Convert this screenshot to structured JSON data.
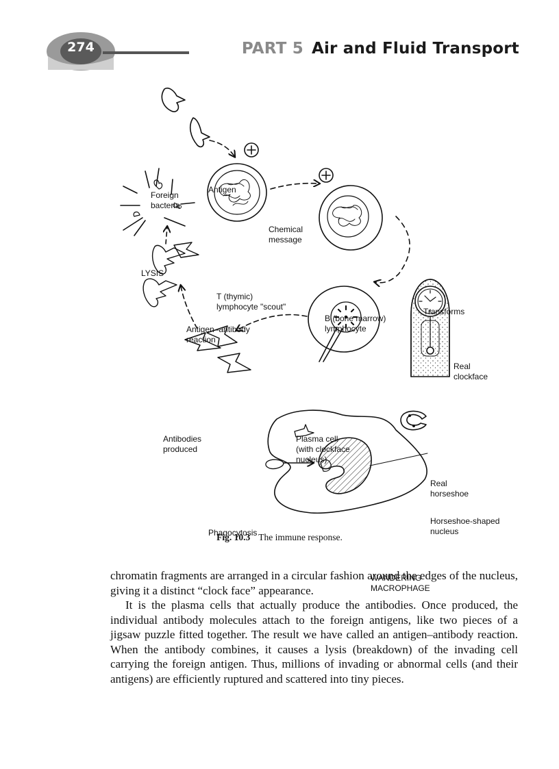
{
  "header": {
    "page_number": "274",
    "part_label": "PART 5",
    "part_title": "Air and Fluid Transport"
  },
  "figure": {
    "labels": {
      "foreign_bacteria": "Foreign\nbacteria",
      "antigen": "Antigen",
      "chemical_message": "Chemical\nmessage",
      "lysis": "LYSIS",
      "t_lymphocyte": "T (thymic)\nlymphocyte \"scout\"",
      "b_lymphocyte": "B (bone marrow)\nlymphocyte",
      "transforms": "Transforms",
      "antigen_antibody": "Antigen–antibody\nreaction",
      "real_clockface": "Real\nclockface",
      "antibodies_produced": "Antibodies\nproduced",
      "plasma_cell": "Plasma cell\n(with clockface\nnucleus)",
      "real_horseshoe": "Real\nhorseshoe",
      "horseshoe_nucleus": "Horseshoe-shaped\nnucleus",
      "phagocytosis": "Phagocytosis",
      "wandering_macrophage": "WANDERING\nMACROPHAGE"
    },
    "caption_number": "Fig. 10.3",
    "caption_text": "The immune response."
  },
  "body": {
    "paragraph_1": "chromatin fragments are arranged in a circular fashion around the edges of the nucleus, giving it a distinct “clock face” appearance.",
    "paragraph_2": "It is the plasma cells that actually produce the antibodies. Once produced, the individual antibody molecules attach to the foreign antigens, like two pieces of a jigsaw puzzle fitted together. The result we have called an anti­gen–antibody reaction. When the antibody combines, it causes a lysis (break­down) of the invading cell carrying the foreign antigen. Thus, millions of invading or abnormal cells (and their antigens) are efficiently ruptured and scattered into tiny pieces."
  }
}
